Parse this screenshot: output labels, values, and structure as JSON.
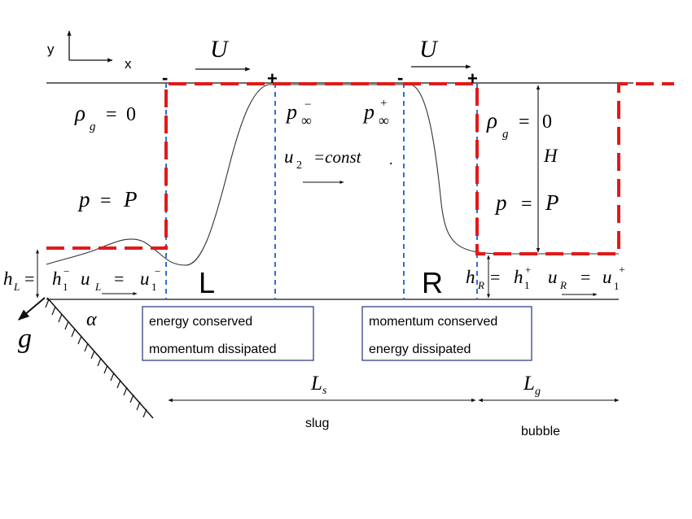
{
  "axes": {
    "y": "y",
    "x": "x"
  },
  "velocity": "U",
  "signs": {
    "minus": "-",
    "plus": "+"
  },
  "regions": {
    "left": "L",
    "right": "R"
  },
  "gravity": "g",
  "angle": "α",
  "gas": {
    "rho": "ρ",
    "rho_sub": "g",
    "equals": "=",
    "zero": "0",
    "p": "p",
    "P": "P"
  },
  "pressures": {
    "p": "p",
    "inf": "∞",
    "minus": "−",
    "plus": "+"
  },
  "u2": {
    "u": "u",
    "sub": "2",
    "rest": "=const",
    "dot": "."
  },
  "height": "H",
  "left_film": {
    "h": "h",
    "L": "L",
    "eq": "=",
    "h1": "h",
    "one": "1",
    "minus": "−",
    "u": "u",
    "u1": "u"
  },
  "right_film": {
    "h": "h",
    "R": "R",
    "eq": "=",
    "h1": "h",
    "one": "1",
    "plus": "+",
    "u": "u",
    "u1": "u"
  },
  "boxes": {
    "left": {
      "line1": "energy conserved",
      "line2": "momentum dissipated"
    },
    "right": {
      "line1": "momentum conserved",
      "line2": "energy dissipated"
    }
  },
  "lengths": {
    "L": "L",
    "s": "s",
    "g": "g",
    "slug": "slug",
    "bubble": "bubble"
  },
  "colors": {
    "dashed_red": "#e11a1a",
    "dashed_blue": "#2f6fd6",
    "ink": "#111111"
  }
}
